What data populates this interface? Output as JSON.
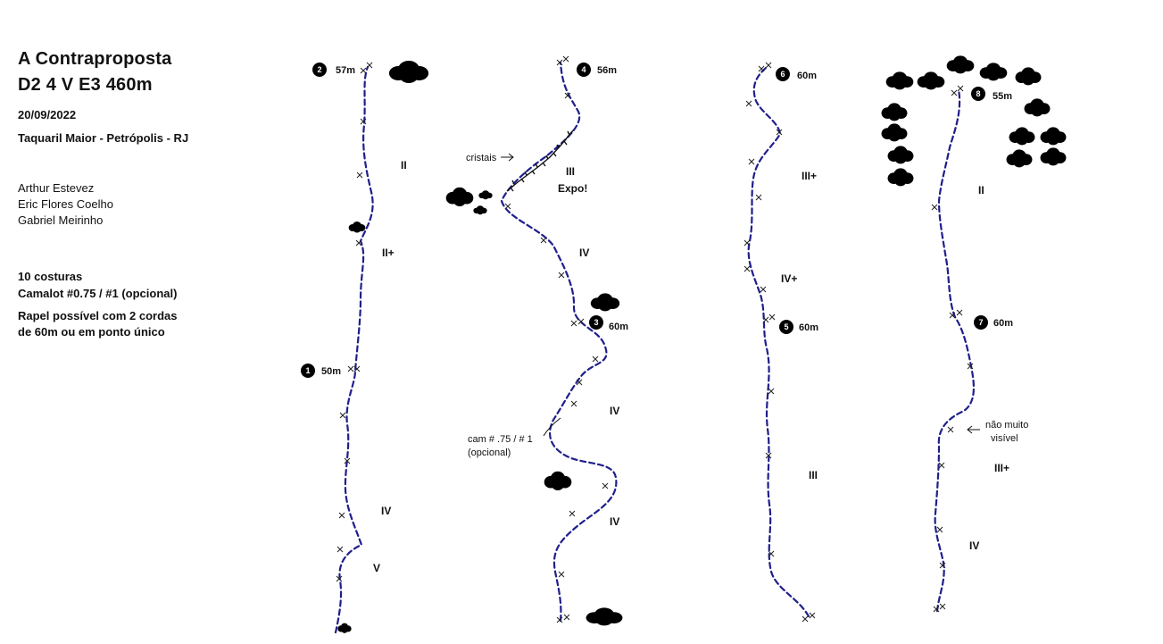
{
  "route": {
    "name": "A Contraproposta",
    "grade_line": "D2 4 V E3 460m",
    "date": "20/09/2022",
    "location": "Taquaril Maior - Petrópolis - RJ"
  },
  "climbers": [
    "Arthur Estevez",
    "Eric Flores Coelho",
    "Gabriel Meirinho"
  ],
  "gear": {
    "quickdraws": "10 costuras",
    "cams": "Camalot #0.75 / #1 (opcional)",
    "rappel_line1": "Rapel possível com 2 cordas",
    "rappel_line2": "de 60m ou em ponto único"
  },
  "belays": [
    {
      "num": "1",
      "len": "50m"
    },
    {
      "num": "2",
      "len": "57m"
    },
    {
      "num": "3",
      "len": "60m"
    },
    {
      "num": "4",
      "len": "56m"
    },
    {
      "num": "5",
      "len": "60m"
    },
    {
      "num": "6",
      "len": "60m"
    },
    {
      "num": "7",
      "len": "60m"
    },
    {
      "num": "8",
      "len": "55m"
    }
  ],
  "grades": {
    "p1_a": "V",
    "p1_b": "IV",
    "p2_a": "II+",
    "p2_b": "II",
    "p3_a": "IV",
    "p3_b": "IV",
    "p4_a": "IV",
    "p4_b": "III",
    "p4_c": "Expo!",
    "p5_a": "III",
    "p6_a": "IV+",
    "p6_b": "III+",
    "p7_a": "IV",
    "p7_b": "III+",
    "p8_a": "II"
  },
  "notes": {
    "crystals": "cristais",
    "cam_line1": "cam # .75 / # 1",
    "cam_line2": "(opcional)",
    "not_visible_line1": "não muito",
    "not_visible_line2": "visível"
  },
  "colors": {
    "route_line": "#1f1f8c",
    "bush": "#33cc22",
    "belay_badge": "#000000"
  }
}
